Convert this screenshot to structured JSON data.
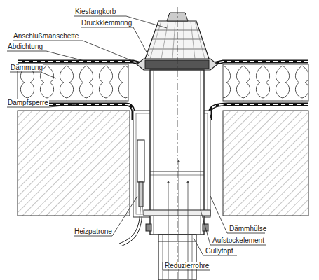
{
  "diagram": {
    "labels": [
      "Kiesfangkorb",
      "Druckklemmring",
      "Anschlußmanschette",
      "Abdichtung",
      "Dämmung",
      "Dampfsperre",
      "Heizpatrone",
      "Dämmhülse",
      "Aufstockelement",
      "Gullytopf",
      "Reduzierrohre"
    ]
  }
}
